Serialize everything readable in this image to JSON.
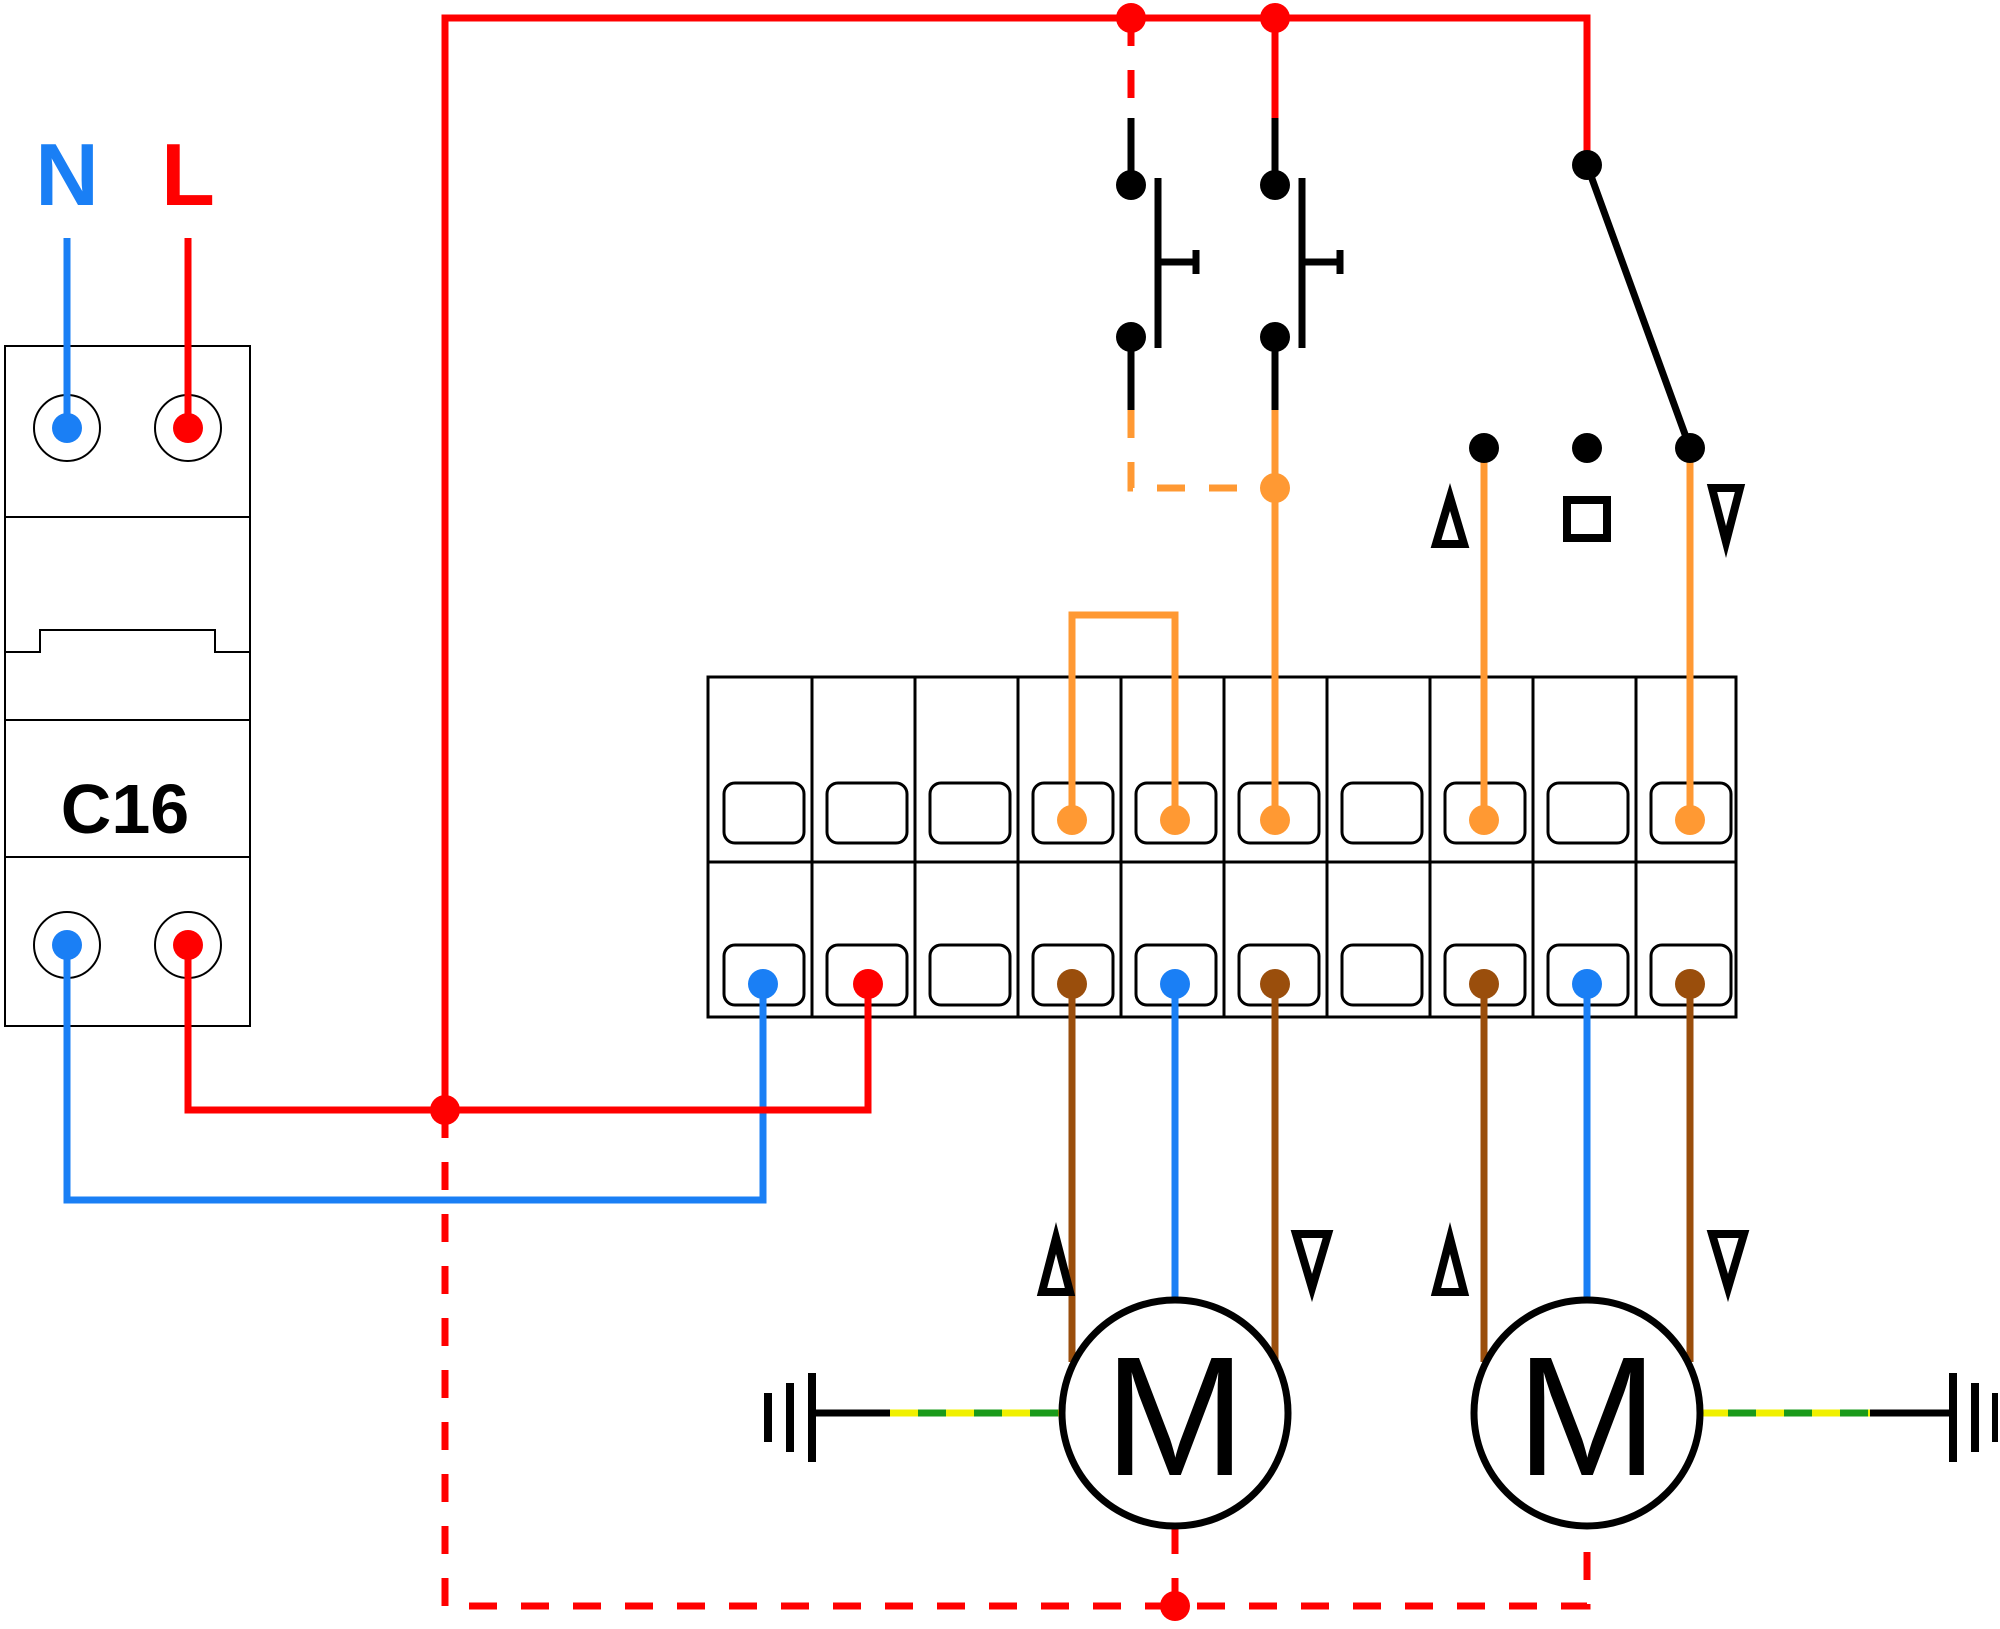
{
  "labels": {
    "neutral": "N",
    "live": "L",
    "breaker_rating": "C16",
    "motor_1": "M",
    "motor_2": "M"
  },
  "colors": {
    "neutral": "#1a7ff5",
    "live": "#ff0000",
    "switched": "#ff9933",
    "motor_wire": "#9a4e0c",
    "earth_green": "#1a9a1a",
    "earth_yellow": "#f0f000",
    "outline": "#000000"
  },
  "icons": {
    "up": "triangle-up-icon",
    "stop": "square-stop-icon",
    "down": "triangle-down-icon",
    "earth": "earth-ground-icon"
  }
}
